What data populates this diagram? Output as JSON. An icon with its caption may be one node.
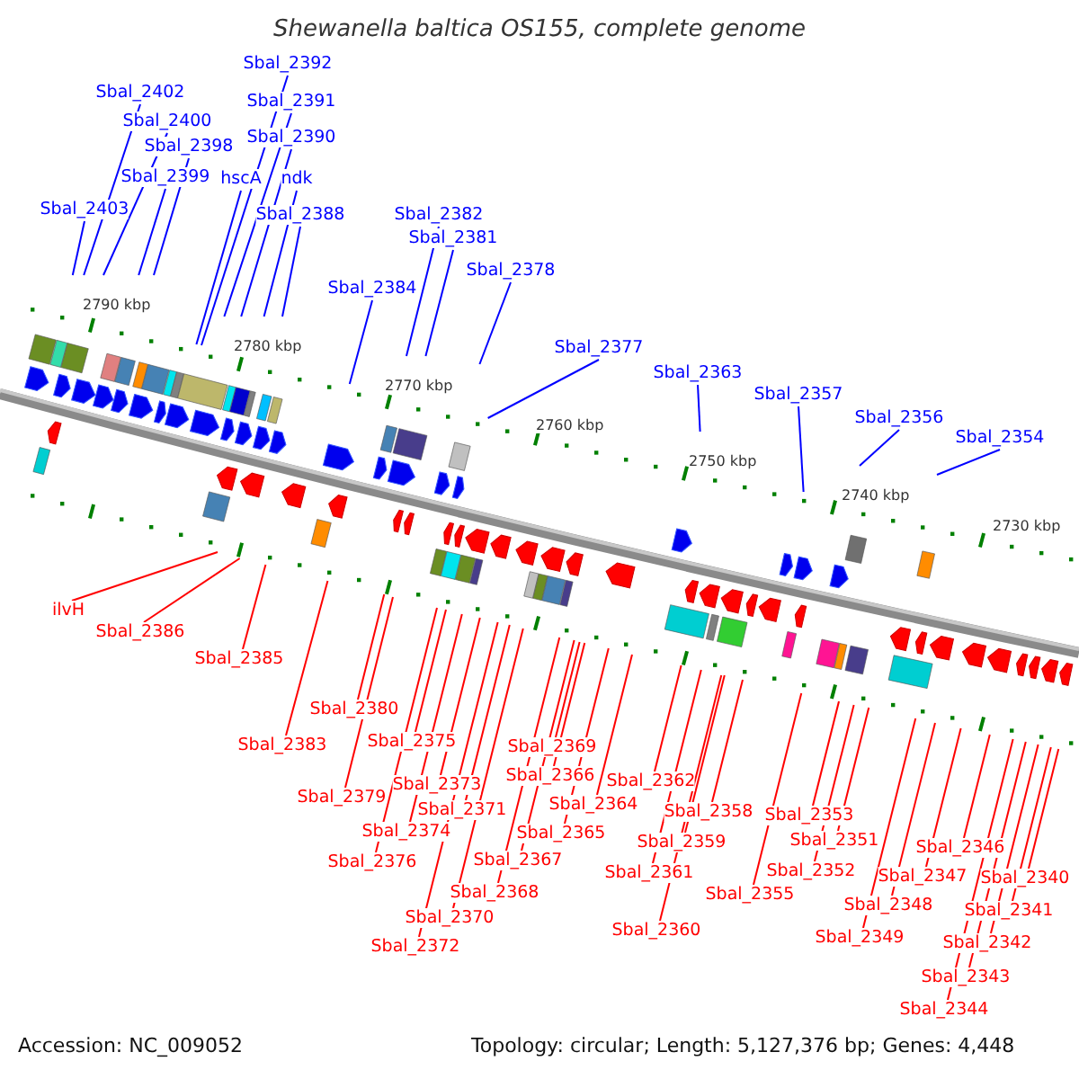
{
  "diagram": {
    "title": "Shewanella baltica OS155, complete genome",
    "nodes": [
      {
        "text": [
          "Sbal_2392"
        ]
      },
      {
        "text": [
          "Sbal_2402"
        ]
      },
      {
        "text": [
          "Sbal_2391"
        ]
      },
      {
        "text": [
          "Sbal_2400"
        ]
      },
      {
        "text": [
          "Sbal_2390"
        ]
      },
      {
        "text": [
          "Sbal_2398"
        ]
      },
      {
        "text": [
          "Sbal_2399"
        ]
      },
      {
        "text": [
          "hscA"
        ]
      },
      {
        "text": [
          "ndk"
        ]
      },
      {
        "text": [
          "Sbal_2403"
        ]
      },
      {
        "text": [
          "Sbal_2388"
        ]
      },
      {
        "text": [
          "Sbal_2382"
        ]
      },
      {
        "text": [
          "Sbal_2381"
        ]
      },
      {
        "text": [
          "Sbal_2378"
        ]
      },
      {
        "text": [
          "Sbal_2384"
        ]
      },
      {
        "text": [
          "Sbal_2377"
        ]
      },
      {
        "text": [
          "Sbal_2363"
        ]
      },
      {
        "text": [
          "Sbal_2357"
        ]
      },
      {
        "text": [
          "Sbal_2356"
        ]
      },
      {
        "text": [
          "Sbal_2354"
        ]
      },
      {
        "text": [
          "ilvH"
        ]
      },
      {
        "text": [
          "Sbal_2386"
        ]
      },
      {
        "text": [
          "Sbal_2385"
        ]
      },
      {
        "text": [
          "Sbal_2380"
        ]
      },
      {
        "text": [
          "Sbal_2375"
        ]
      },
      {
        "text": [
          "Sbal_2383"
        ]
      },
      {
        "text": [
          "Sbal_2369"
        ]
      },
      {
        "text": [
          "Sbal_2366"
        ]
      },
      {
        "text": [
          "Sbal_2362"
        ]
      },
      {
        "text": [
          "Sbal_2373"
        ]
      },
      {
        "text": [
          "Sbal_2379"
        ]
      },
      {
        "text": [
          "Sbal_2364"
        ]
      },
      {
        "text": [
          "Sbal_2371"
        ]
      },
      {
        "text": [
          "Sbal_2358"
        ]
      },
      {
        "text": [
          "Sbal_2353"
        ]
      },
      {
        "text": [
          "Sbal_2374"
        ]
      },
      {
        "text": [
          "Sbal_2365"
        ]
      },
      {
        "text": [
          "Sbal_2351"
        ]
      },
      {
        "text": [
          "Sbal_2359"
        ]
      },
      {
        "text": [
          "Sbal_2346"
        ]
      },
      {
        "text": [
          "Sbal_2376"
        ]
      },
      {
        "text": [
          "Sbal_2367"
        ]
      },
      {
        "text": [
          "Sbal_2361"
        ]
      },
      {
        "text": [
          "Sbal_2352"
        ]
      },
      {
        "text": [
          "Sbal_2347"
        ]
      },
      {
        "text": [
          "Sbal_2340"
        ]
      },
      {
        "text": [
          "Sbal_2368"
        ]
      },
      {
        "text": [
          "Sbal_2355"
        ]
      },
      {
        "text": [
          "Sbal_2348"
        ]
      },
      {
        "text": [
          "Sbal_2341"
        ]
      },
      {
        "text": [
          "Sbal_2370"
        ]
      },
      {
        "text": [
          "Sbal_2360"
        ]
      },
      {
        "text": [
          "Sbal_2349"
        ]
      },
      {
        "text": [
          "Sbal_2342"
        ]
      },
      {
        "text": [
          "Sbal_2372"
        ]
      },
      {
        "text": [
          "Sbal_2343"
        ]
      },
      {
        "text": [
          "Sbal_2344"
        ]
      }
    ],
    "edges": [
      {
        "from": 0,
        "to": null,
        "arrow": "none",
        "color": "#0000ff"
      },
      {
        "from": 1,
        "to": null,
        "arrow": "none",
        "color": "#0000ff"
      },
      {
        "from": 2,
        "to": null,
        "arrow": "none",
        "color": "#0000ff"
      },
      {
        "from": 3,
        "to": null,
        "arrow": "none",
        "color": "#0000ff"
      },
      {
        "from": 4,
        "to": null,
        "arrow": "none",
        "color": "#0000ff"
      },
      {
        "from": 5,
        "to": null,
        "arrow": "none",
        "color": "#0000ff"
      },
      {
        "from": 6,
        "to": null,
        "arrow": "none",
        "color": "#0000ff"
      },
      {
        "from": 7,
        "to": null,
        "arrow": "none",
        "color": "#0000ff"
      },
      {
        "from": 8,
        "to": null,
        "arrow": "none",
        "color": "#0000ff"
      },
      {
        "from": 9,
        "to": null,
        "arrow": "none",
        "color": "#0000ff"
      },
      {
        "from": 10,
        "to": null,
        "arrow": "none",
        "color": "#0000ff"
      },
      {
        "from": 11,
        "to": null,
        "arrow": "none",
        "color": "#0000ff"
      },
      {
        "from": 12,
        "to": null,
        "arrow": "none",
        "color": "#0000ff"
      },
      {
        "from": 13,
        "to": null,
        "arrow": "none",
        "color": "#0000ff"
      },
      {
        "from": 14,
        "to": null,
        "arrow": "none",
        "color": "#0000ff"
      },
      {
        "from": 15,
        "to": null,
        "arrow": "none",
        "color": "#0000ff"
      },
      {
        "from": 16,
        "to": null,
        "arrow": "none",
        "color": "#0000ff"
      },
      {
        "from": 17,
        "to": null,
        "arrow": "none",
        "color": "#0000ff"
      },
      {
        "from": 18,
        "to": null,
        "arrow": "none",
        "color": "#0000ff"
      },
      {
        "from": 19,
        "to": null,
        "arrow": "none",
        "color": "#0000ff"
      },
      {
        "from": 20,
        "to": null,
        "arrow": "none"
      },
      {
        "from": 21,
        "to": null,
        "arrow": "none"
      },
      {
        "from": 22,
        "to": null,
        "arrow": "none"
      },
      {
        "from": 23,
        "to": null,
        "arrow": "none"
      },
      {
        "from": 24,
        "to": null,
        "arrow": "none"
      },
      {
        "from": 25,
        "to": null,
        "arrow": "none"
      },
      {
        "from": 26,
        "to": null,
        "arrow": "none"
      },
      {
        "from": 27,
        "to": null,
        "arrow": "none"
      },
      {
        "from": 28,
        "to": null,
        "arrow": "none"
      },
      {
        "from": 29,
        "to": null,
        "arrow": "none"
      },
      {
        "from": 30,
        "to": null,
        "arrow": "none"
      },
      {
        "from": 31,
        "to": null,
        "arrow": "none"
      },
      {
        "from": 32,
        "to": null,
        "arrow": "none"
      },
      {
        "from": 33,
        "to": null,
        "arrow": "none"
      },
      {
        "from": 34,
        "to": null,
        "arrow": "none"
      },
      {
        "from": 35,
        "to": null,
        "arrow": "none"
      },
      {
        "from": 36,
        "to": null,
        "arrow": "none"
      },
      {
        "from": 37,
        "to": null,
        "arrow": "none"
      },
      {
        "from": 38,
        "to": null,
        "arrow": "none"
      },
      {
        "from": 39,
        "to": null,
        "arrow": "none"
      },
      {
        "from": 40,
        "to": null,
        "arrow": "none"
      },
      {
        "from": 41,
        "to": null,
        "arrow": "none"
      },
      {
        "from": 42,
        "to": null,
        "arrow": "none"
      },
      {
        "from": 43,
        "to": null,
        "arrow": "none"
      },
      {
        "from": 44,
        "to": null,
        "arrow": "none"
      },
      {
        "from": 45,
        "to": null,
        "arrow": "none"
      },
      {
        "from": 46,
        "to": null,
        "arrow": "none"
      },
      {
        "from": 47,
        "to": null,
        "arrow": "none"
      },
      {
        "from": 48,
        "to": null,
        "arrow": "none"
      },
      {
        "from": 49,
        "to": null,
        "arrow": "none"
      },
      {
        "from": 50,
        "to": null,
        "arrow": "none"
      },
      {
        "from": 51,
        "to": null,
        "arrow": "none"
      },
      {
        "from": 52,
        "to": null,
        "arrow": "none"
      },
      {
        "from": 53,
        "to": null,
        "arrow": "none"
      },
      {
        "from": 54,
        "to": null,
        "arrow": "none"
      },
      {
        "from": 55,
        "to": null,
        "arrow": "none"
      },
      {
        "from": 56,
        "to": null,
        "arrow": "none"
      }
    ],
    "labels": [
      "2790 kbp",
      "2780 kbp",
      "2770 kbp",
      "2760 kbp",
      "2750 kbp",
      "2740 kbp",
      "2730 kbp",
      "Accession: NC_009052",
      "Topology: circular; Length: 5,127,376 bp; Genes: 4,448"
    ]
  }
}
